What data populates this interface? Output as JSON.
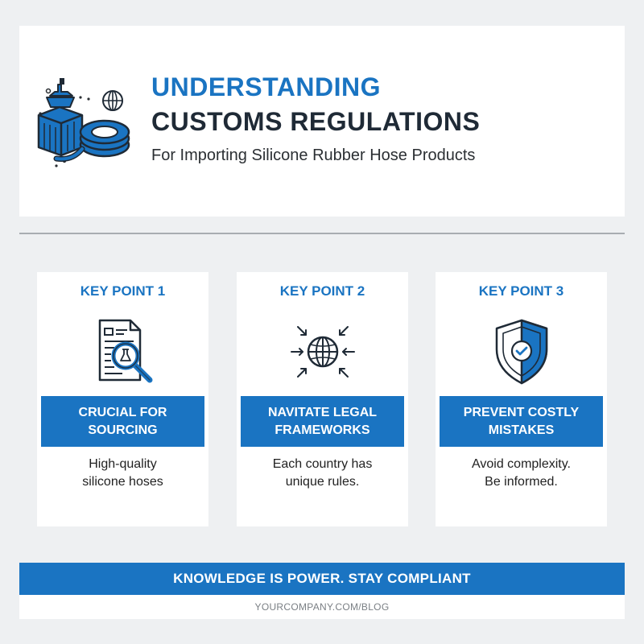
{
  "header": {
    "title_line1": "UNDERSTANDING",
    "title_line2": "CUSTOMS REGULATIONS",
    "subtitle": "For Importing Silicone Rubber Hose Products",
    "hero_icon": "ship-container-hose-globe-icon"
  },
  "points": [
    {
      "label": "KEY POINT 1",
      "icon": "document-magnifier-icon",
      "headline": "CRUCIAL FOR\nSOURCING",
      "description": "High-quality\nsilicone hoses"
    },
    {
      "label": "KEY POINT 2",
      "icon": "globe-arrows-icon",
      "headline": "NAVITATE LEGAL\nFRAMEWORKS",
      "description": "Each country has\nunique rules."
    },
    {
      "label": "KEY POINT 3",
      "icon": "shield-check-icon",
      "headline": "PREVENT COSTLY\nMISTAKES",
      "description": "Avoid complexity.\nBe informed."
    }
  ],
  "footer": {
    "tagline": "KNOWLEDGE IS POWER. STAY COMPLIANT",
    "url": "YOURCOMPANY.COM/BLOG"
  },
  "colors": {
    "accent": "#1a74c2",
    "dark": "#1f2a36",
    "background": "#eef0f2"
  }
}
